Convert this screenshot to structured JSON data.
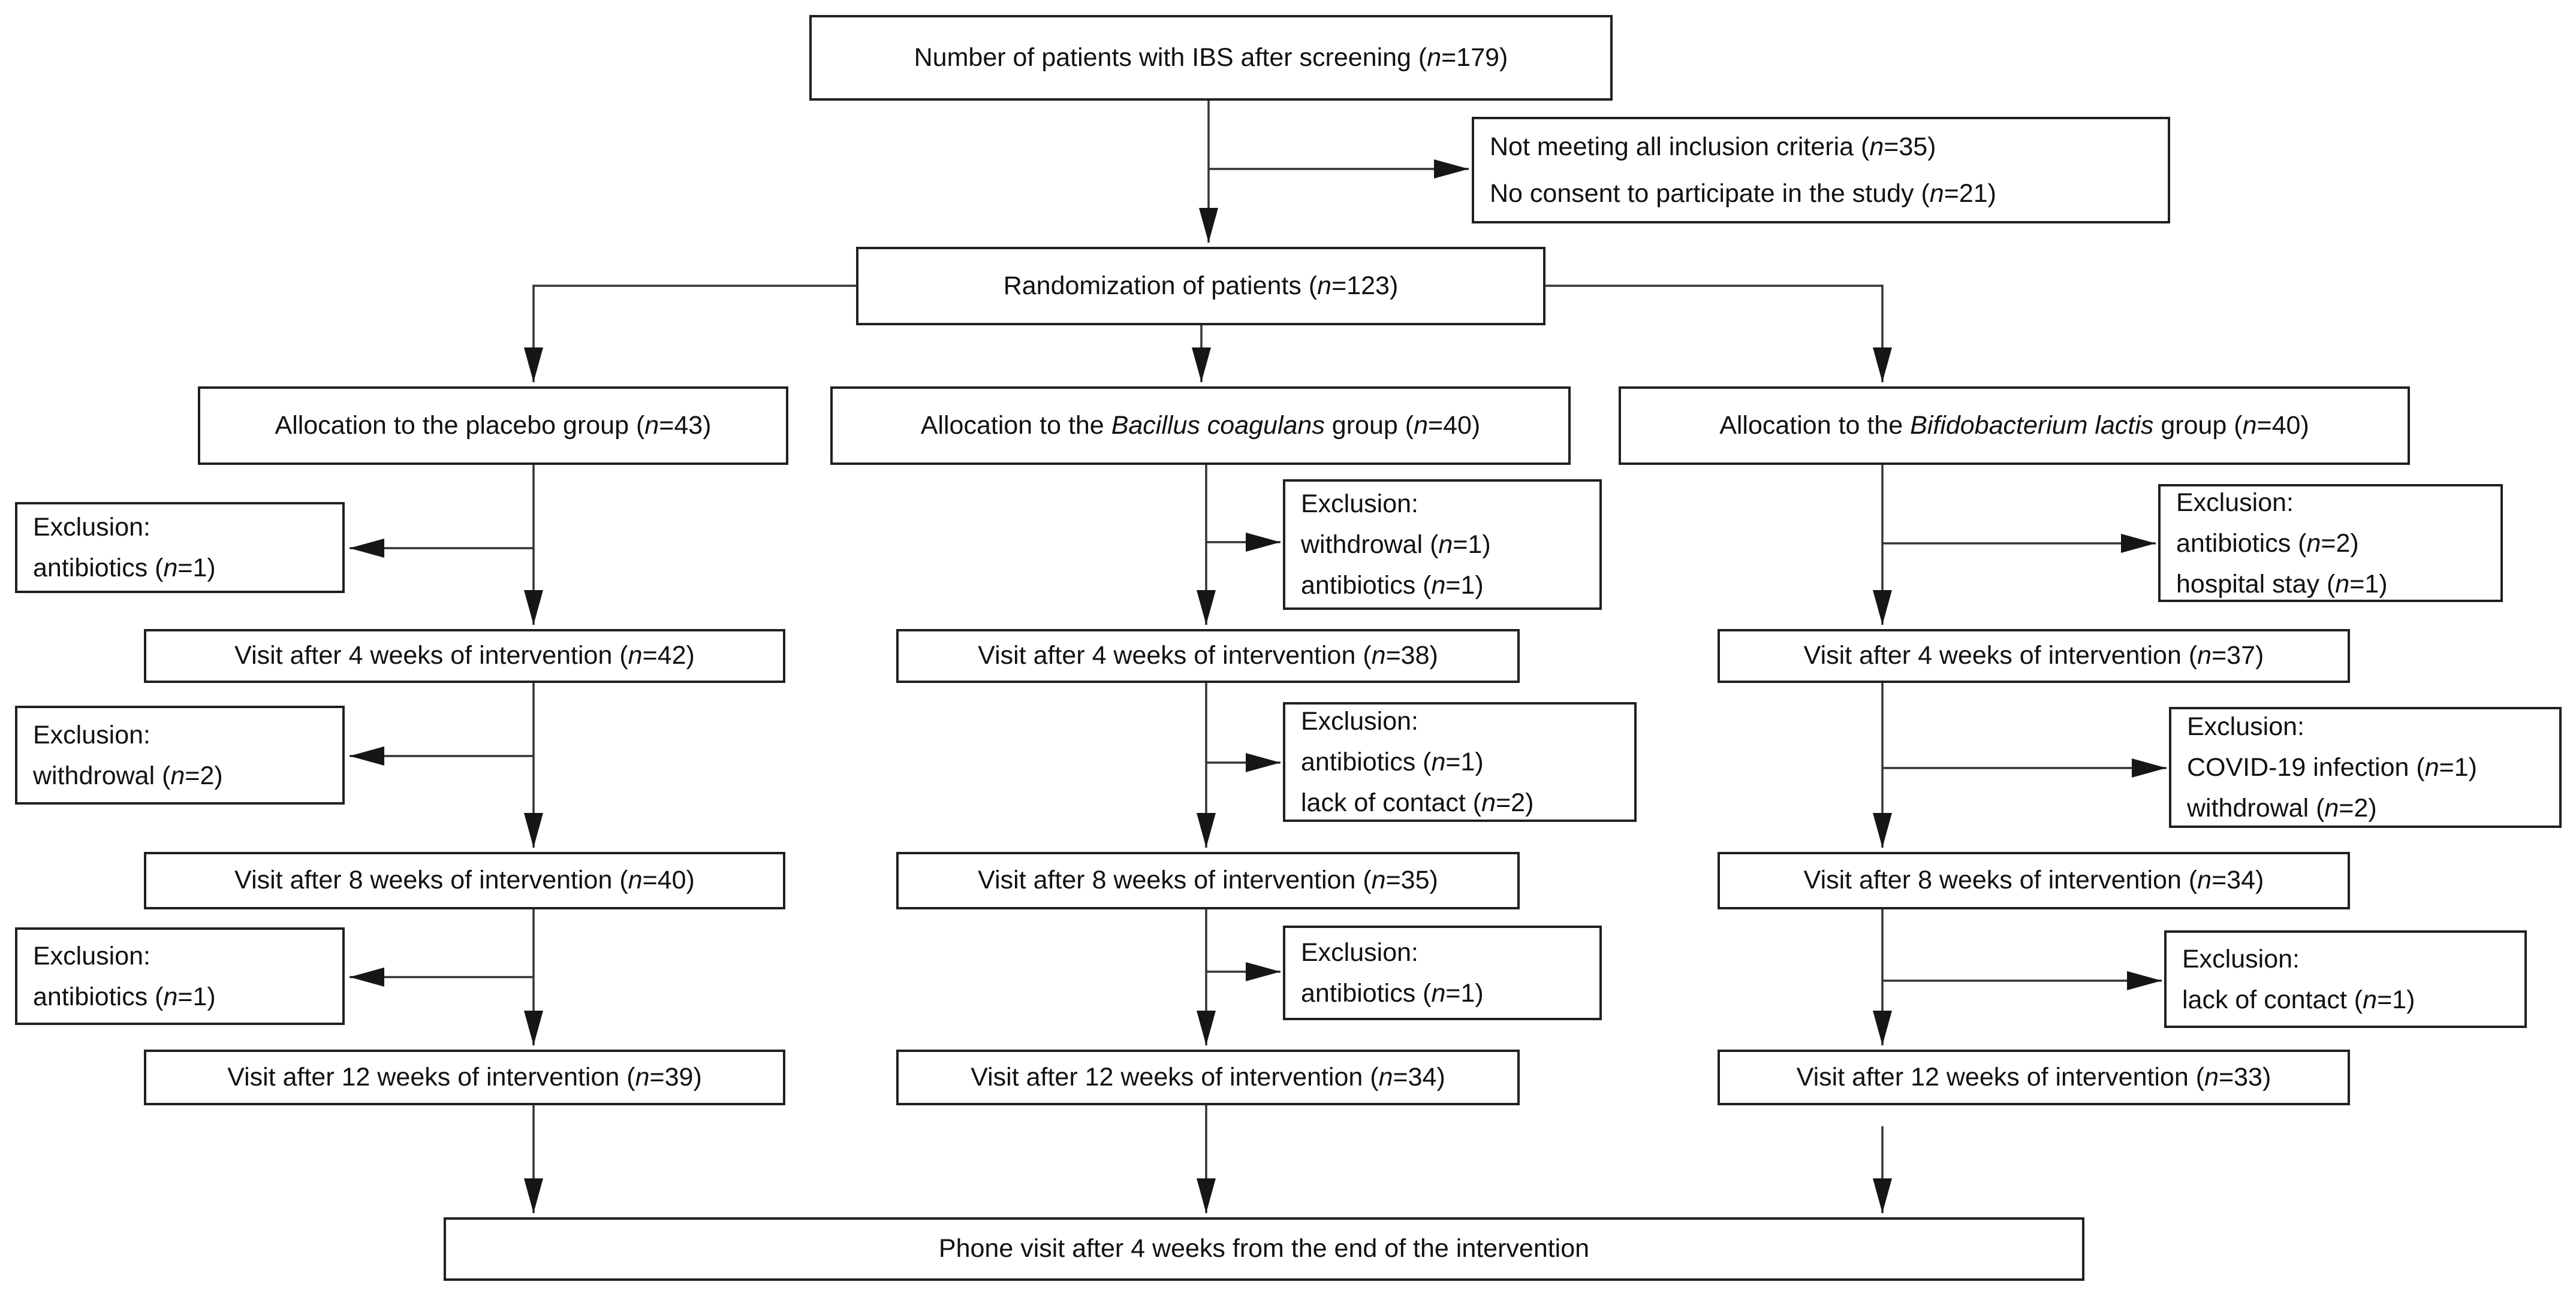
{
  "diagram": {
    "screening": "Number of patients with IBS after screening  (*n*=179)",
    "not_meeting": {
      "lines": [
        "Not meeting all inclusion criteria (*n*=35)",
        "No consent to participate in the study (*n*=21)"
      ]
    },
    "randomization": "Randomization of patients  (*n*=123)",
    "columns": [
      {
        "name": "placebo",
        "allocation": "Allocation to the placebo group (*n*=43)",
        "exclusion_after_allocation": [
          "Exclusion:",
          "antibiotics (*n*=1)"
        ],
        "visit_4_weeks": "Visit after 4 weeks of intervention (*n*=42)",
        "exclusion_after_4_weeks": [
          "Exclusion:",
          "withdrowal (*n*=2)"
        ],
        "visit_8_weeks": "Visit after 8 weeks of intervention (*n*=40)",
        "exclusion_after_8_weeks": [
          "Exclusion:",
          "antibiotics (*n*=1)"
        ],
        "visit_12_weeks": "Visit after 12 weeks of intervention (*n*=39)"
      },
      {
        "name": "bacillus-coagulans",
        "allocation": "Allocation to the *Bacillus coagulans* group (*n*=40)",
        "exclusion_after_allocation": [
          "Exclusion:",
          "withdrowal (*n*=1)",
          "antibiotics (*n*=1)"
        ],
        "visit_4_weeks": "Visit after 4 weeks of intervention (*n*=38)",
        "exclusion_after_4_weeks": [
          "Exclusion:",
          "antibiotics (*n*=1)",
          "lack of contact (*n*=2)"
        ],
        "visit_8_weeks": "Visit after 8 weeks of intervention (*n*=35)",
        "exclusion_after_8_weeks": [
          "Exclusion:",
          "antibiotics (*n*=1)"
        ],
        "visit_12_weeks": "Visit after 12 weeks of intervention (*n*=34)"
      },
      {
        "name": "bifidobacterium-lactis",
        "allocation": "Allocation to the *Bifidobacterium lactis* group (*n*=40)",
        "exclusion_after_allocation": [
          "Exclusion:",
          "antibiotics (*n*=2)",
          "hospital stay (*n*=1)"
        ],
        "visit_4_weeks": "Visit after 4 weeks of intervention (*n*=37)",
        "exclusion_after_4_weeks": [
          "Exclusion:",
          "COVID-19 infection (*n*=1)",
          "withdrowal (*n*=2)"
        ],
        "visit_8_weeks": "Visit after 8 weeks of intervention (*n*=34)",
        "exclusion_after_8_weeks": [
          "Exclusion:",
          "lack of contact (*n*=1)"
        ],
        "visit_12_weeks": "Visit after 12 weeks of intervention (*n*=33)"
      }
    ],
    "phone_visit": "Phone visit after 4 weeks from the end of the intervention",
    "colors": {
      "box_border": "#202020",
      "text": "#111111",
      "arrow": "#333333"
    }
  }
}
